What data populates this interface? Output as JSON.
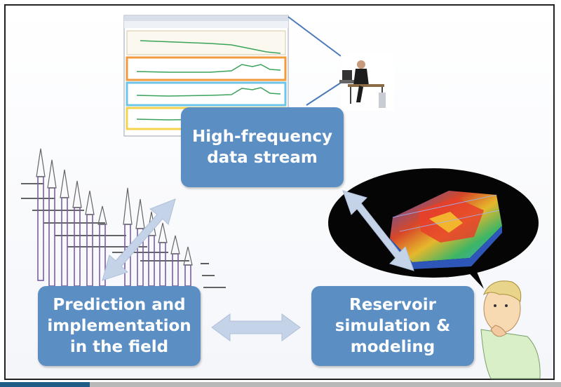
{
  "boxes": {
    "high_frequency": {
      "line1": "High-frequency",
      "line2": "data stream"
    },
    "prediction": {
      "line1": "Prediction and",
      "line2": "implementation",
      "line3": "in the field"
    },
    "reservoir": {
      "line1": "Reservoir",
      "line2": "simulation &",
      "line3": "modeling"
    }
  },
  "colors": {
    "box_fill": "#5b8ec3",
    "arrow_fill": "#c5d3e8",
    "well_purple": "#8a6ab8",
    "bottom_bar_accent": "#1f5c86"
  },
  "icons": {
    "monitor_screen": "data-stream-screenshot",
    "person_at_desk": "person-at-desk-icon",
    "reservoir_model": "reservoir-3d-model",
    "thinking_man": "thinking-man-icon",
    "oil_wells": "oil-well-derricks"
  }
}
